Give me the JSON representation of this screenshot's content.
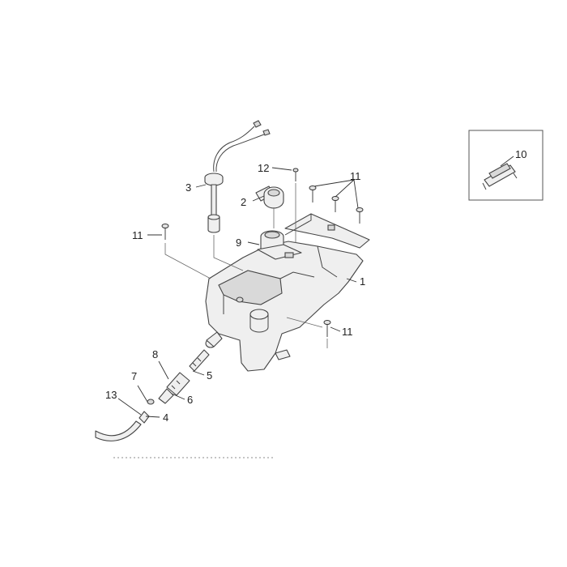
{
  "callouts": [
    {
      "id": "c1",
      "text": "1"
    },
    {
      "id": "c2",
      "text": "2"
    },
    {
      "id": "c3",
      "text": "3"
    },
    {
      "id": "c4",
      "text": "4"
    },
    {
      "id": "c5",
      "text": "5"
    },
    {
      "id": "c6",
      "text": "6"
    },
    {
      "id": "c7",
      "text": "7"
    },
    {
      "id": "c8",
      "text": "8"
    },
    {
      "id": "c9",
      "text": "9"
    },
    {
      "id": "c10",
      "text": "10"
    },
    {
      "id": "c11a",
      "text": "11"
    },
    {
      "id": "c11b",
      "text": "11"
    },
    {
      "id": "c11c",
      "text": "11"
    },
    {
      "id": "c12",
      "text": "12"
    },
    {
      "id": "c13",
      "text": "13"
    }
  ]
}
